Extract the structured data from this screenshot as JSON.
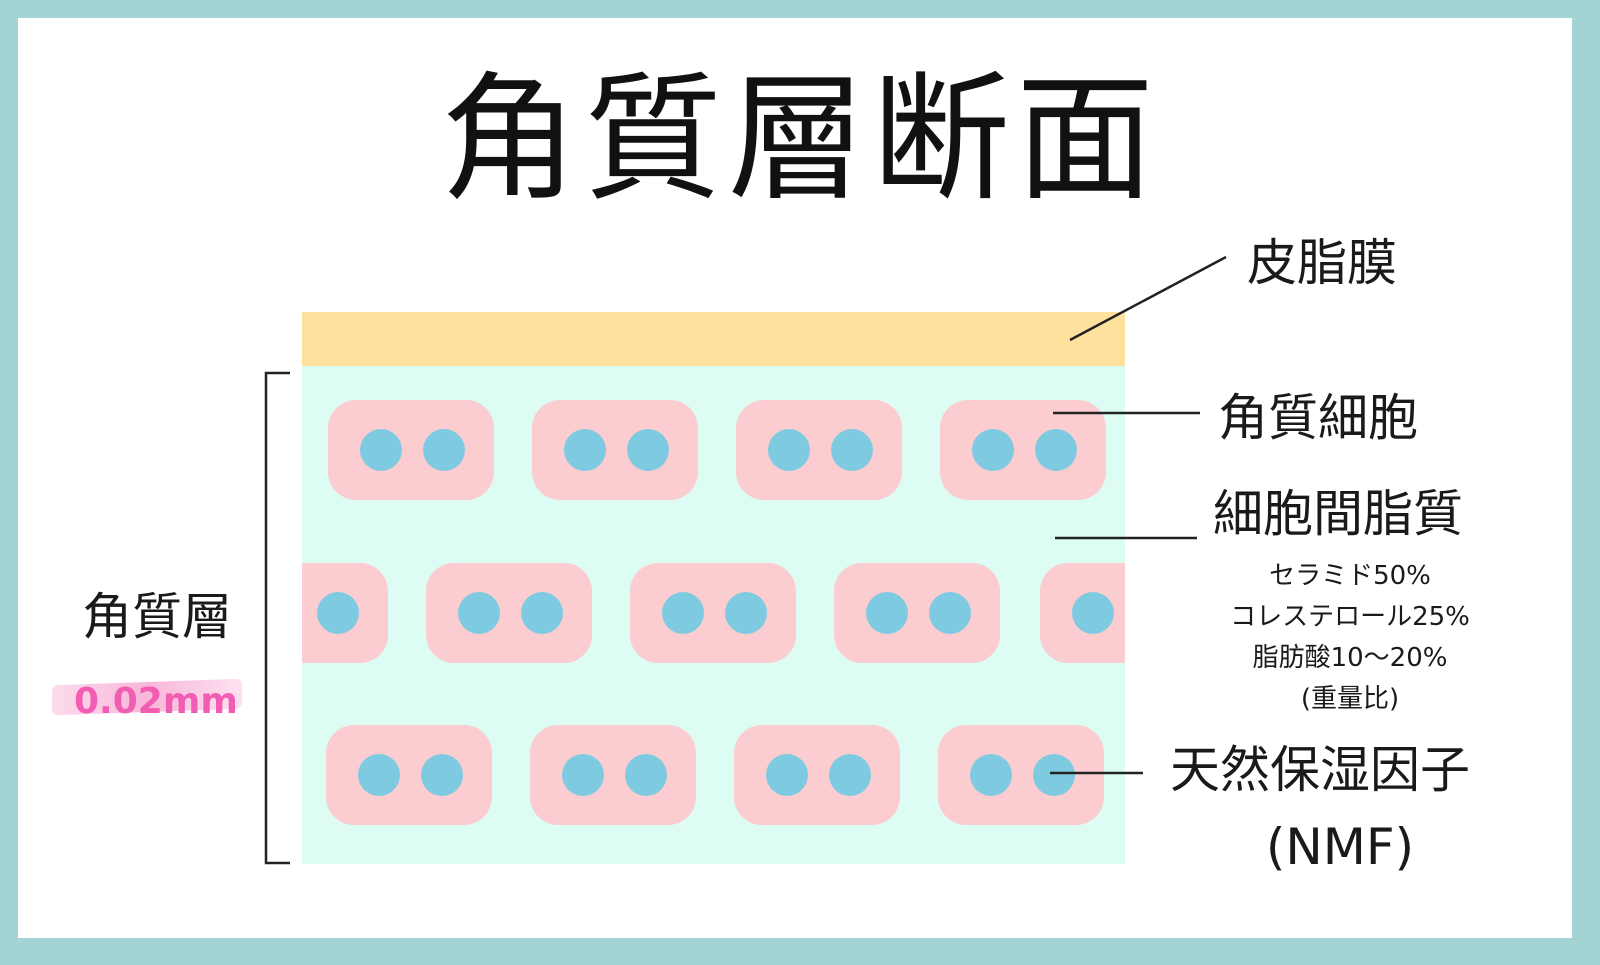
{
  "title": "角質層断面",
  "labels": {
    "sebum": "皮脂膜",
    "corneocyte": "角質細胞",
    "intercellular_lipid": "細胞間脂質",
    "ceramide": "セラミド50%",
    "cholesterol": "コレステロール25%",
    "fatty_acid": "脂肪酸10〜20%",
    "weight_ratio": "(重量比)",
    "nmf": "天然保湿因子",
    "nmf_abbr": "(NMF)",
    "stratum_corneum": "角質層",
    "thickness": "0.02mm"
  },
  "colors": {
    "frame": "#a3d4d3",
    "sebum_layer": "#fde19d",
    "lipid_matrix": "#dcfcf4",
    "cell": "#fbcdd0",
    "nmf_dot": "#7ecbe1",
    "thickness_text": "#f05db3"
  }
}
